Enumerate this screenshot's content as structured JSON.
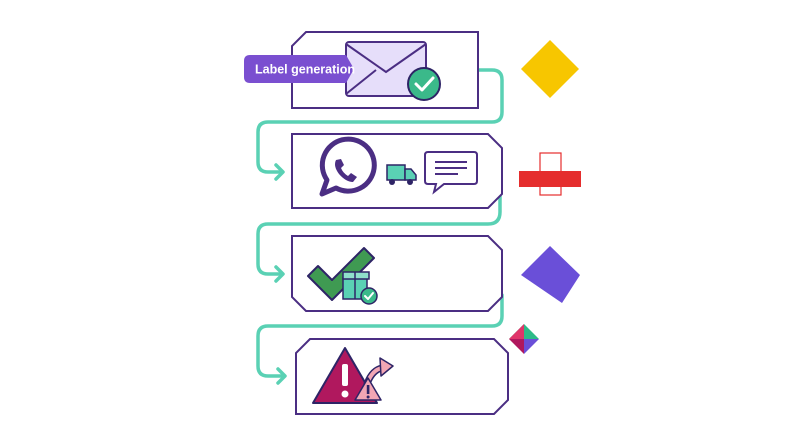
{
  "flow": {
    "label_tag": "Label generation",
    "steps": [
      {
        "id": "label-generation",
        "icon": "envelope-check-icon"
      },
      {
        "id": "whatsapp-notification",
        "icon": "whatsapp-icon"
      },
      {
        "id": "delivered",
        "icon": "check-package-icon"
      },
      {
        "id": "exception",
        "icon": "warning-icon"
      }
    ]
  },
  "colors": {
    "card_border": "#4b2e83",
    "connector": "#5ad1b4",
    "tag_bg": "#7a4fd0",
    "envelope_fill": "#e6defa",
    "check_green": "#3bb98a",
    "whatsapp_purple": "#4b2e83",
    "truck_teal": "#5ad1b4",
    "big_check_green": "#3f9a52",
    "warning_magenta": "#b0185e",
    "warning_pink": "#f2a6b4",
    "deco_yellow": "#f7c600",
    "deco_red": "#e52d2d",
    "deco_purple": "#6a4fd8"
  }
}
